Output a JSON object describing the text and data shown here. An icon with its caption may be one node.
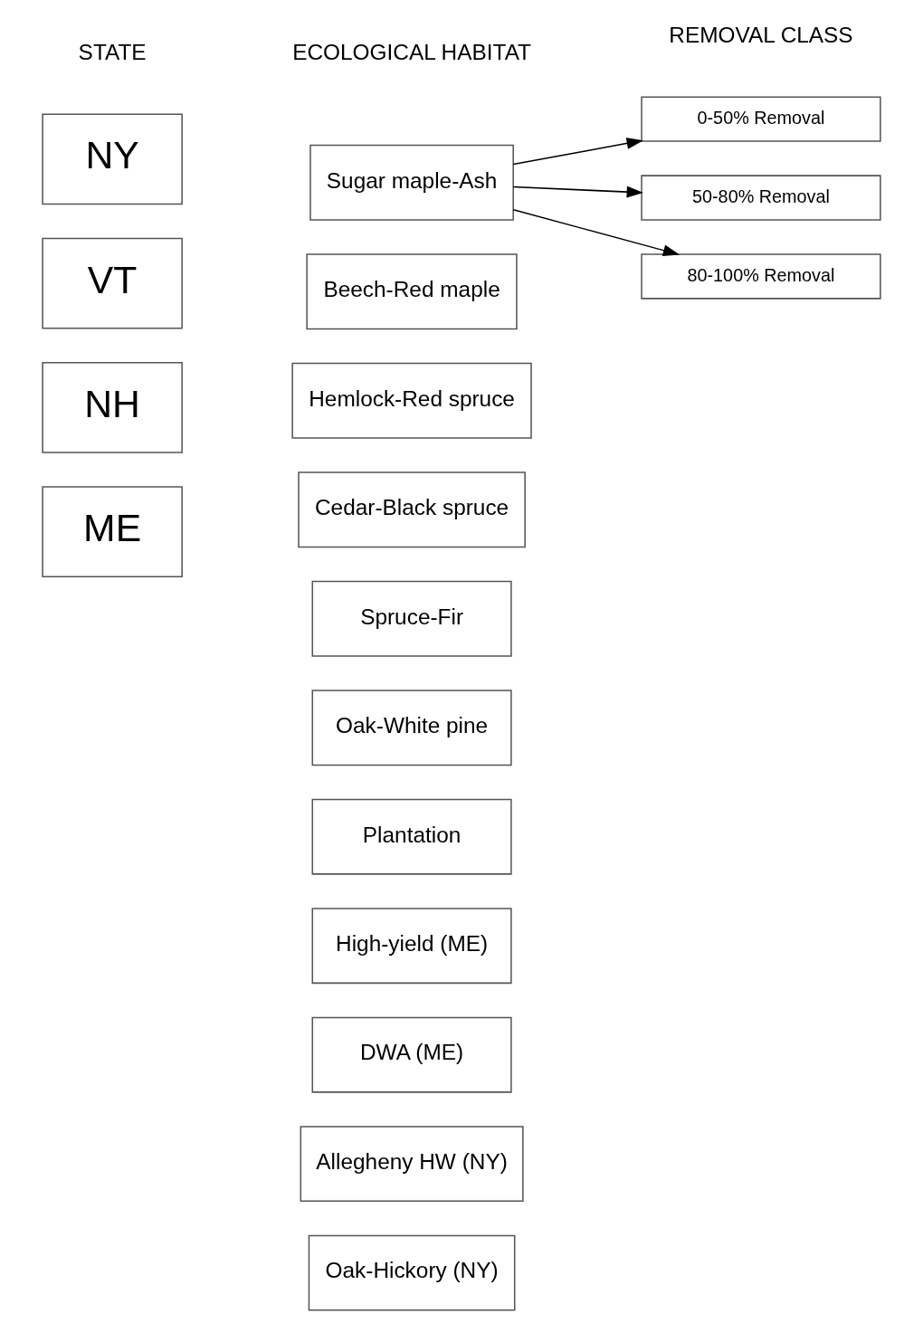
{
  "diagram": {
    "nodes": [
      {
        "text": [
          "NY"
        ]
      },
      {
        "text": [
          "VT"
        ]
      },
      {
        "text": [
          "NH"
        ]
      },
      {
        "text": [
          "ME"
        ]
      },
      {
        "text": [
          "Sugar maple-Ash"
        ]
      },
      {
        "text": [
          "Beech-Red maple"
        ]
      },
      {
        "text": [
          "Hemlock-Red spruce"
        ]
      },
      {
        "text": [
          "Cedar-Black spruce"
        ]
      },
      {
        "text": [
          "Spruce-Fir"
        ]
      },
      {
        "text": [
          "Oak-White pine"
        ]
      },
      {
        "text": [
          "Plantation"
        ]
      },
      {
        "text": [
          "High-yield (ME)"
        ]
      },
      {
        "text": [
          "DWA (ME)"
        ]
      },
      {
        "text": [
          "Allegheny HW (NY)"
        ]
      },
      {
        "text": [
          "Oak-Hickory (NY)"
        ]
      },
      {
        "text": [
          "0-50% Removal"
        ]
      },
      {
        "text": [
          "50-80% Removal"
        ]
      },
      {
        "text": [
          "80-100% Removal"
        ]
      }
    ],
    "edges": [
      {
        "from": 4,
        "to": 15,
        "arrow": "to"
      },
      {
        "from": 4,
        "to": 16,
        "arrow": "to"
      },
      {
        "from": 4,
        "to": 17,
        "arrow": "to"
      }
    ],
    "labels": [
      "STATE",
      "ECOLOGICAL HABITAT",
      "REMOVAL CLASS"
    ]
  }
}
